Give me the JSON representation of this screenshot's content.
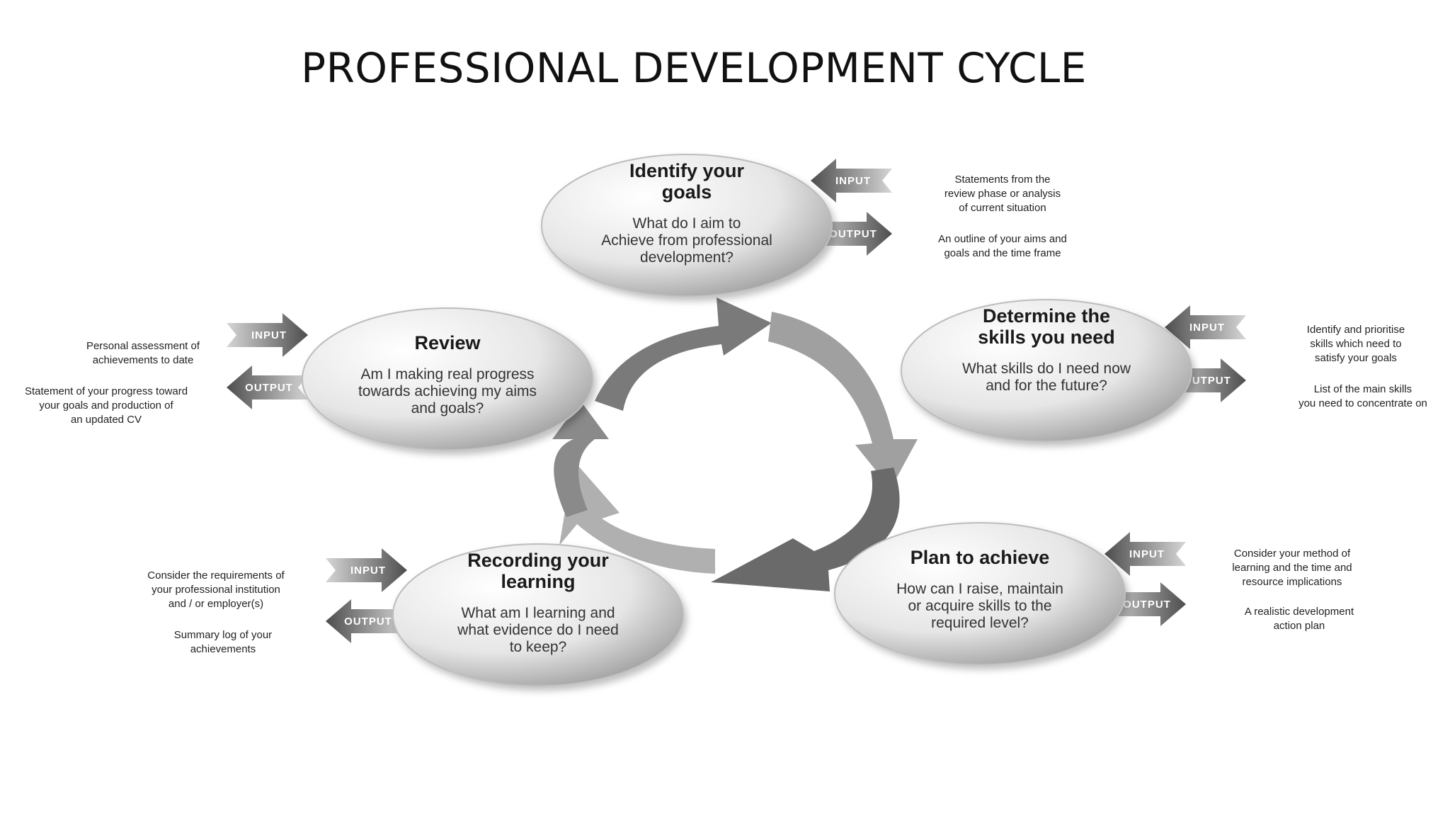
{
  "title": "PROFESSIONAL DEVELOPMENT CYCLE",
  "stages": [
    {
      "id": "identify-goals",
      "title": [
        "Identify your",
        "goals"
      ],
      "question": [
        "What do I aim to",
        "Achieve from professional",
        "development?"
      ],
      "input_label": "INPUT",
      "input_text": [
        "Statements from the",
        "review phase or analysis",
        "of current situation"
      ],
      "output_label": "OUTPUT",
      "output_text": [
        "An outline of your aims and",
        "goals and the time frame"
      ]
    },
    {
      "id": "determine-skills",
      "title": [
        "Determine the",
        "skills you need"
      ],
      "question": [
        "What skills do I need now",
        "and for the future?"
      ],
      "input_label": "INPUT",
      "input_text": [
        "Identify and prioritise",
        "skills which need to",
        "satisfy your goals"
      ],
      "output_label": "OUTPUT",
      "output_text": [
        "List of the main skills",
        "you need to concentrate on"
      ]
    },
    {
      "id": "plan-to-achieve",
      "title": [
        "Plan to achieve"
      ],
      "question": [
        "How can I raise, maintain",
        "or acquire skills to the",
        "required level?"
      ],
      "input_label": "INPUT",
      "input_text": [
        "Consider your method of",
        "learning and the time and",
        "resource implications"
      ],
      "output_label": "OUTPUT",
      "output_text": [
        "A realistic development",
        "action plan"
      ]
    },
    {
      "id": "recording-learning",
      "title": [
        "Recording your",
        "learning"
      ],
      "question": [
        "What am I learning and",
        "what evidence do I need",
        "to keep?"
      ],
      "input_label": "INPUT",
      "input_text": [
        "Consider the requirements of",
        "your professional institution",
        "and / or employer(s)"
      ],
      "output_label": "OUTPUT",
      "output_text": [
        "Summary log of your",
        "achievements"
      ]
    },
    {
      "id": "review",
      "title": [
        "Review"
      ],
      "question": [
        "Am I making real progress",
        "towards achieving my aims",
        "and goals?"
      ],
      "input_label": "INPUT",
      "input_text": [
        "Personal assessment of",
        "achievements to date"
      ],
      "output_label": "OUTPUT",
      "output_text": [
        "Statement of your progress toward",
        "your goals and production of",
        "an updated CV"
      ]
    }
  ]
}
